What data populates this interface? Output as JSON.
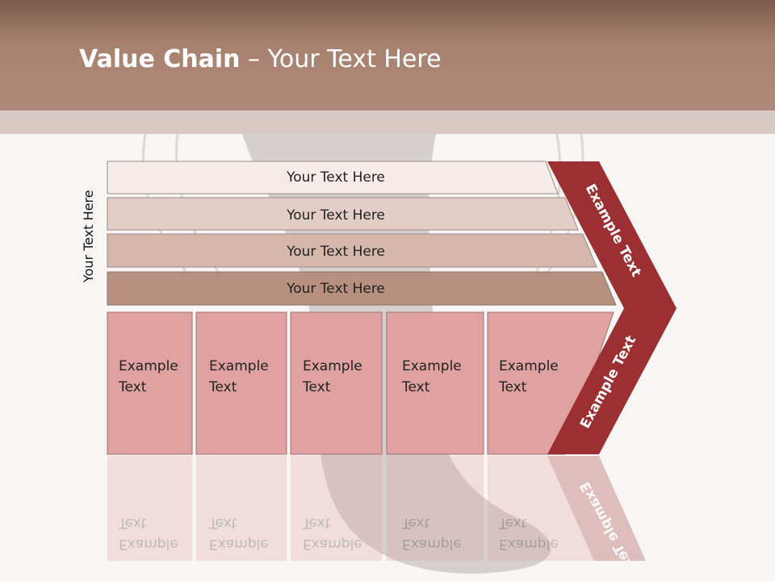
{
  "title": {
    "bold": "Value Chain",
    "rest": " – Your Text Here"
  },
  "side_label": "Your Text Here",
  "rows": [
    "Your Text Here",
    "Your Text Here",
    "Your Text Here",
    "Your Text Here"
  ],
  "boxes": [
    {
      "line1": "Example",
      "line2": "Text"
    },
    {
      "line1": "Example",
      "line2": "Text"
    },
    {
      "line1": "Example",
      "line2": "Text"
    },
    {
      "line1": "Example",
      "line2": "Text"
    },
    {
      "line1": "Example",
      "line2": "Text"
    }
  ],
  "arrow": {
    "upper": "Example Text",
    "lower": "Example Text"
  },
  "colors": {
    "header": "#a88270",
    "row_fills": [
      "#f5ebe8",
      "#e4cdc6",
      "#d5b7ab",
      "#b89080"
    ],
    "box_fill": "#e0a1a1",
    "arrow_fill": "#9b2f32"
  }
}
